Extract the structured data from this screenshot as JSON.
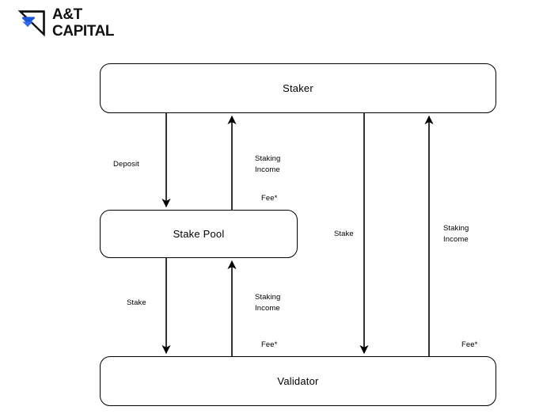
{
  "logo": {
    "name": "A&T Capital",
    "line1": "A&T",
    "line2": "CAPITAL",
    "mark": "logo-mark-icon",
    "accent_color": "#1c56d6",
    "text_color": "#111111"
  },
  "diagram": {
    "type": "flow-diagram",
    "background_color": "#ffffff",
    "line_color": "#000000",
    "nodes": [
      {
        "id": "staker",
        "label": "Staker"
      },
      {
        "id": "stakepool",
        "label": "Stake Pool"
      },
      {
        "id": "validator",
        "label": "Validator"
      }
    ],
    "edges": [
      {
        "id": "staker-to-stakepool",
        "from": "staker",
        "to": "stakepool",
        "direction": "down",
        "labels": [
          "Deposit"
        ]
      },
      {
        "id": "stakepool-to-staker",
        "from": "stakepool",
        "to": "staker",
        "direction": "up",
        "labels": [
          "Staking",
          "Income",
          "Fee*"
        ]
      },
      {
        "id": "stakepool-to-validator",
        "from": "stakepool",
        "to": "validator",
        "direction": "down",
        "labels": [
          "Stake"
        ]
      },
      {
        "id": "validator-to-stakepool",
        "from": "validator",
        "to": "stakepool",
        "direction": "up",
        "labels": [
          "Staking",
          "Income",
          "Fee*"
        ]
      },
      {
        "id": "staker-to-validator",
        "from": "staker",
        "to": "validator",
        "direction": "down",
        "labels": [
          "Stake"
        ]
      },
      {
        "id": "validator-to-staker",
        "from": "validator",
        "to": "staker",
        "direction": "up",
        "labels": [
          "Staking",
          "Income",
          "Fee*"
        ]
      }
    ],
    "labels": {
      "deposit": "Deposit",
      "staking": "Staking",
      "income": "Income",
      "fee": "Fee*",
      "stake": "Stake"
    }
  }
}
